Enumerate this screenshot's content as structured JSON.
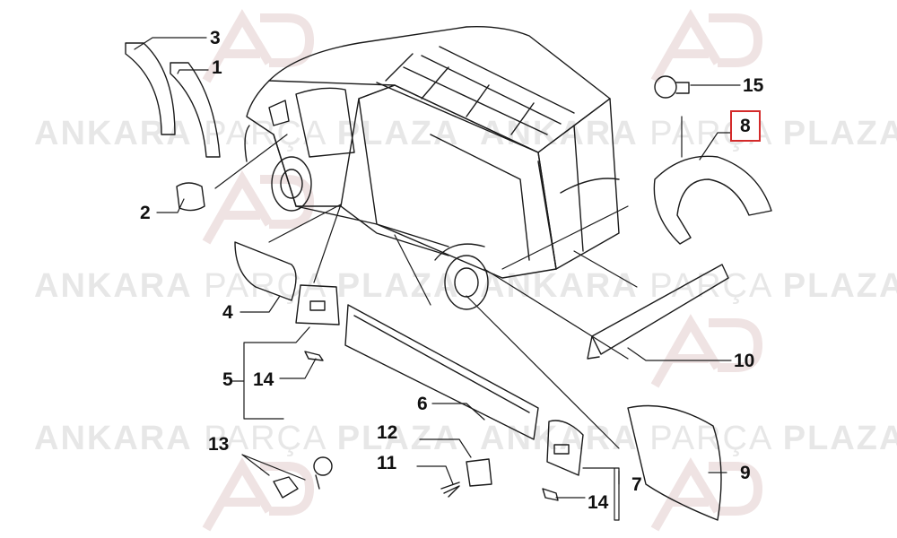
{
  "watermark": {
    "brand_left": "ANKARA",
    "brand_mid": "PARÇA",
    "brand_right": "PLAZA"
  },
  "callouts": [
    {
      "num": "1"
    },
    {
      "num": "2"
    },
    {
      "num": "3"
    },
    {
      "num": "4"
    },
    {
      "num": "5"
    },
    {
      "num": "6"
    },
    {
      "num": "7"
    },
    {
      "num": "8"
    },
    {
      "num": "9"
    },
    {
      "num": "10"
    },
    {
      "num": "11"
    },
    {
      "num": "12"
    },
    {
      "num": "13"
    },
    {
      "num": "14"
    },
    {
      "num": "14"
    },
    {
      "num": "15"
    }
  ],
  "highlighted_part": "8",
  "colors": {
    "highlight_border": "#d42a2a",
    "watermark": "#e7e7e7",
    "line": "#1a1a1a"
  }
}
